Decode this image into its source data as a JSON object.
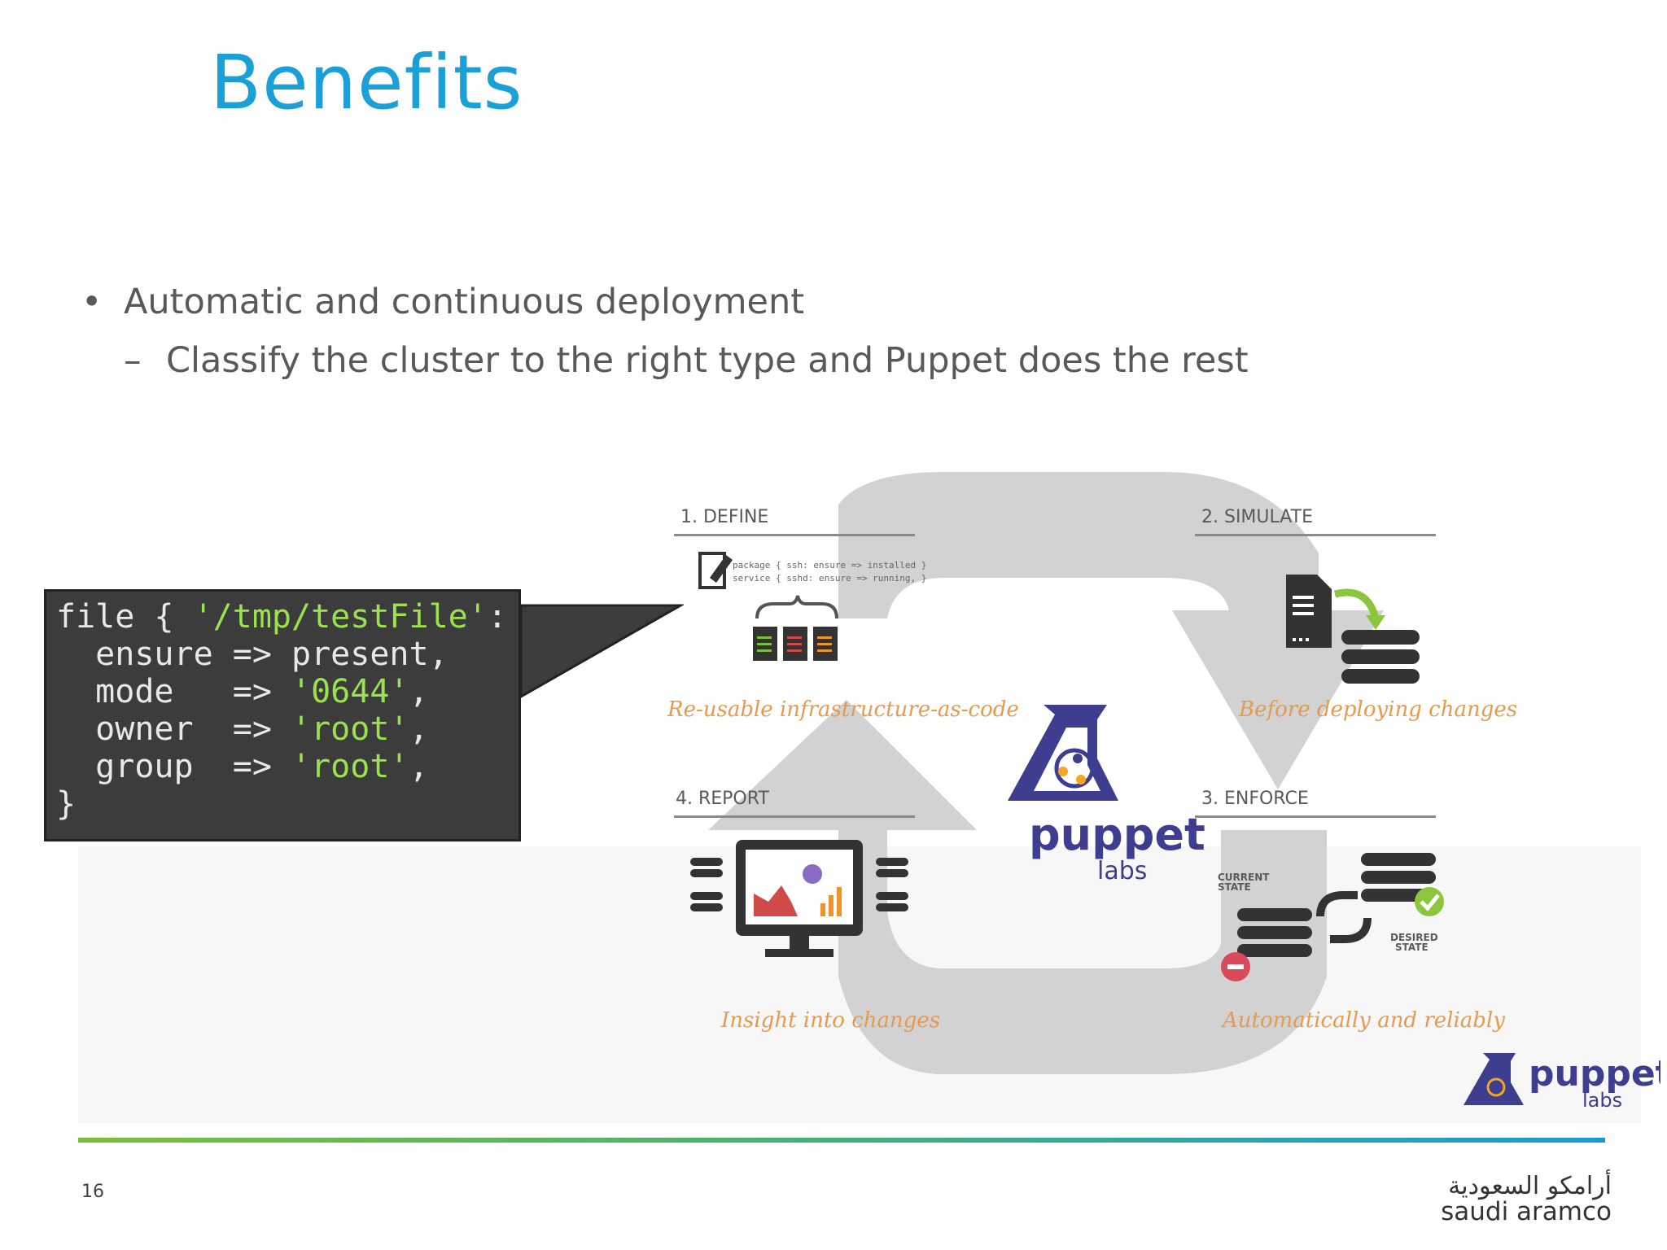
{
  "slide": {
    "title": "Benefits",
    "bullets": [
      {
        "text": "Automatic and continuous deployment",
        "marker": "•"
      },
      {
        "text": "Classify the cluster to the right type and Puppet does the rest",
        "marker": "–"
      }
    ],
    "page_number": "16"
  },
  "code": {
    "lines": [
      {
        "pre": "file { ",
        "str": "'/tmp/testFile'",
        "post": ":"
      },
      {
        "pre": "  ensure => present,",
        "str": "",
        "post": ""
      },
      {
        "pre": "  mode   => ",
        "str": "'0644'",
        "post": ","
      },
      {
        "pre": "  owner  => ",
        "str": "'root'",
        "post": ","
      },
      {
        "pre": "  group  => ",
        "str": "'root'",
        "post": ","
      },
      {
        "pre": "}",
        "str": "",
        "post": ""
      }
    ]
  },
  "diagram": {
    "steps": [
      {
        "label": "1. DEFINE",
        "caption": "Re-usable infrastructure-as-code"
      },
      {
        "label": "2. SIMULATE",
        "caption": "Before deploying changes"
      },
      {
        "label": "3. ENFORCE",
        "caption": "Automatically and reliably"
      },
      {
        "label": "4. REPORT",
        "caption": "Insight into changes"
      }
    ],
    "define_code": [
      "package { ssh: ensure => installed }",
      "service { sshd: ensure => running, }"
    ],
    "enforce_labels": {
      "current": [
        "CURRENT",
        "STATE"
      ],
      "desired": [
        "DESIRED",
        "STATE"
      ]
    },
    "center_logo": {
      "word": "puppet",
      "sub": "labs"
    },
    "corner_logo": {
      "word": "puppet",
      "sub": "labs"
    }
  },
  "footer": {
    "logo_ar": "أرامكو السعودية",
    "logo_en": "saudi aramco"
  },
  "colors": {
    "title": "#1aa0d6",
    "caption": "#e59a4e",
    "code_string": "#9be24f",
    "puppet_purple": "#3e3d8f",
    "puppet_orange": "#f5a623"
  }
}
